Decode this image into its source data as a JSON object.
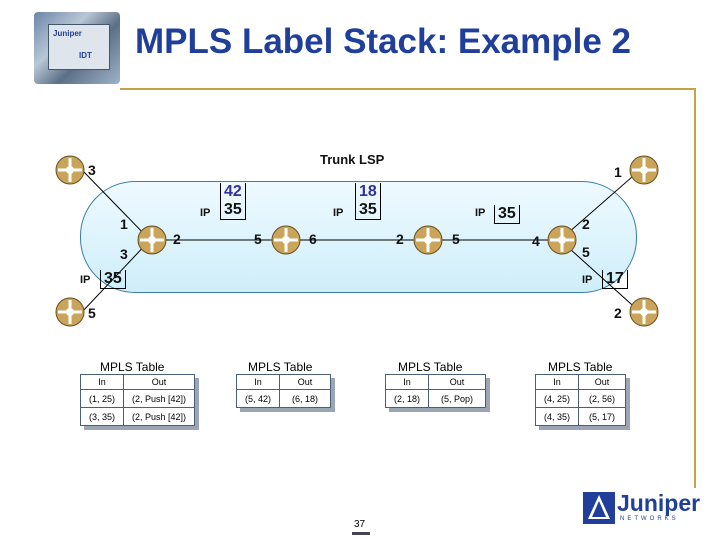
{
  "title": "MPLS Label Stack: Example 2",
  "logo": {
    "badge": "Juniper",
    "chip_text": "IDT",
    "brand": "Juniper",
    "tagline": "NETWORKS"
  },
  "page_number": "37",
  "trunk_label": "Trunk LSP",
  "left_top_router": {
    "label": "3"
  },
  "right_top_router": {
    "label": "1"
  },
  "left_bottom_router": {
    "label": "5"
  },
  "right_bottom_router": {
    "label": "2"
  },
  "r1": {
    "in_top": "1",
    "in_bottom": "3",
    "out": "2"
  },
  "r2": {
    "in": "5",
    "out": "6"
  },
  "r3": {
    "in": "2",
    "out": "5"
  },
  "r4": {
    "in": "4",
    "out_top": "2",
    "out_bottom": "5"
  },
  "stack1": {
    "ip": "IP",
    "outer": "42",
    "inner": "35"
  },
  "stack2": {
    "ip": "IP",
    "outer": "18",
    "inner": "35"
  },
  "stack3": {
    "ip": "IP",
    "label": "35"
  },
  "left_packet": {
    "ip": "IP",
    "label": "35"
  },
  "right_packet": {
    "ip": "IP",
    "label": "17"
  },
  "tables": [
    {
      "title": "MPLS Table",
      "col_in": "In",
      "col_out": "Out",
      "rows": [
        {
          "in": "(1, 25)",
          "out": "(2, Push [42])"
        },
        {
          "in": "(3, 35)",
          "out": "(2, Push [42])"
        }
      ]
    },
    {
      "title": "MPLS Table",
      "col_in": "In",
      "col_out": "Out",
      "rows": [
        {
          "in": "(5, 42)",
          "out": "(6, 18)"
        }
      ]
    },
    {
      "title": "MPLS Table",
      "col_in": "In",
      "col_out": "Out",
      "rows": [
        {
          "in": "(2, 18)",
          "out": "(5, Pop)"
        }
      ]
    },
    {
      "title": "MPLS Table",
      "col_in": "In",
      "col_out": "Out",
      "rows": [
        {
          "in": "(4, 25)",
          "out": "(2, 56)"
        },
        {
          "in": "(4, 35)",
          "out": "(5, 17)"
        }
      ]
    }
  ]
}
